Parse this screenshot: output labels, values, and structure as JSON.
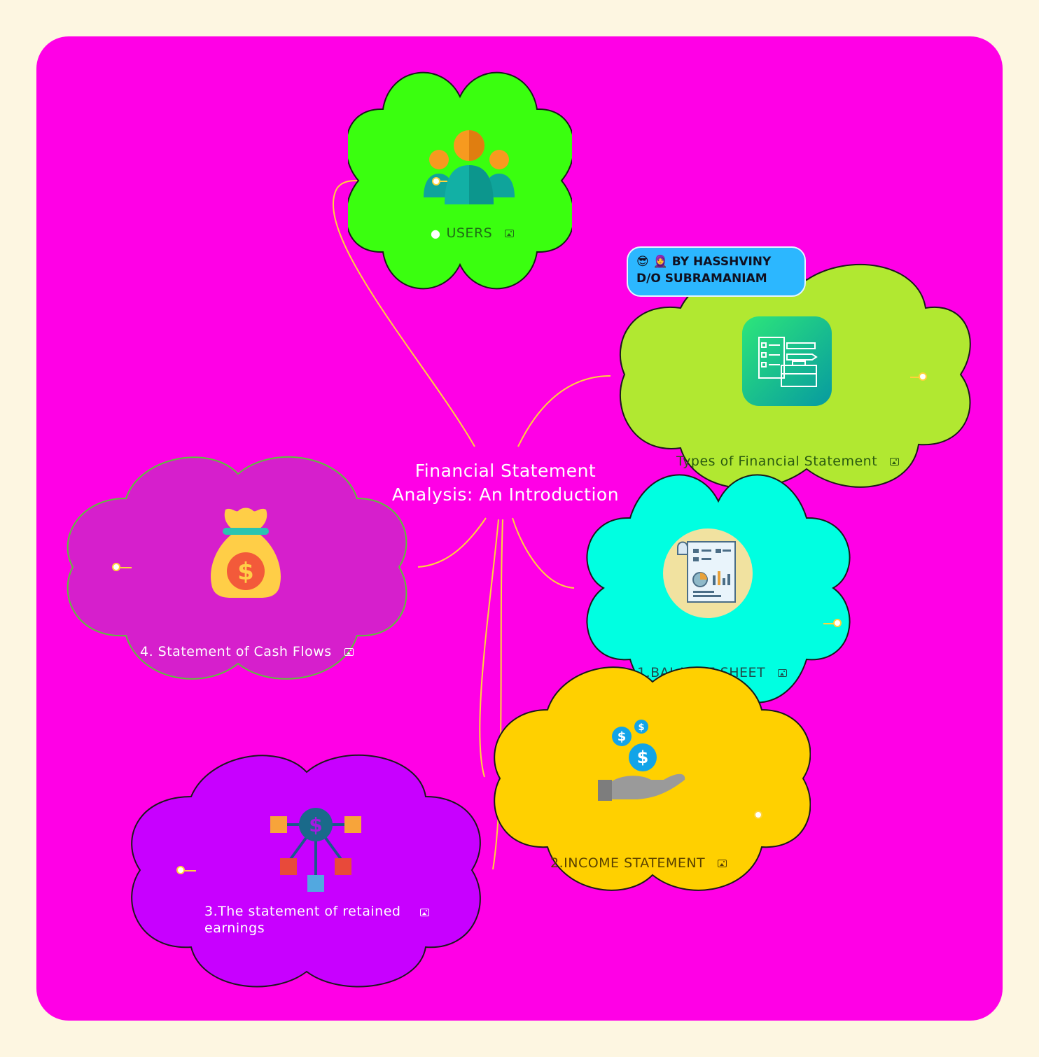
{
  "diagram": {
    "central_topic": "Financial Statement Analysis: An Introduction",
    "byline": "😎 🧕 BY HASSHVINY D/O SUBRAMANIAM",
    "branches": [
      {
        "id": "users",
        "label": "USERS",
        "prefix_icon": "lightbulb-icon",
        "fill": "#3aff0f",
        "image": "users-group-icon",
        "has_image_marker": true
      },
      {
        "id": "types",
        "label": "Types of Financial Statement",
        "fill": "#b1e831",
        "image": "briefcase-checklist-icon",
        "has_image_marker": true
      },
      {
        "id": "balance",
        "label": "1.BALANCE SHEET",
        "fill": "#00ffe1",
        "image": "report-document-icon",
        "has_image_marker": true
      },
      {
        "id": "income",
        "label": "2.INCOME STATEMENT",
        "fill": "#ffd000",
        "image": "hand-coins-icon",
        "has_image_marker": true
      },
      {
        "id": "retained",
        "label": "3.The statement of retained earnings",
        "fill": "#c800ff",
        "image": "dollar-network-icon",
        "has_image_marker": true
      },
      {
        "id": "cashflow",
        "label": "4. Statement of Cash Flows",
        "fill": "#d61fcc",
        "image": "money-bag-icon",
        "has_image_marker": true
      }
    ],
    "colors": {
      "canvas": "#ff00e6",
      "page": "#fdf6e1",
      "connector": "#ffd33a",
      "byline": "#2cb7ff"
    }
  }
}
